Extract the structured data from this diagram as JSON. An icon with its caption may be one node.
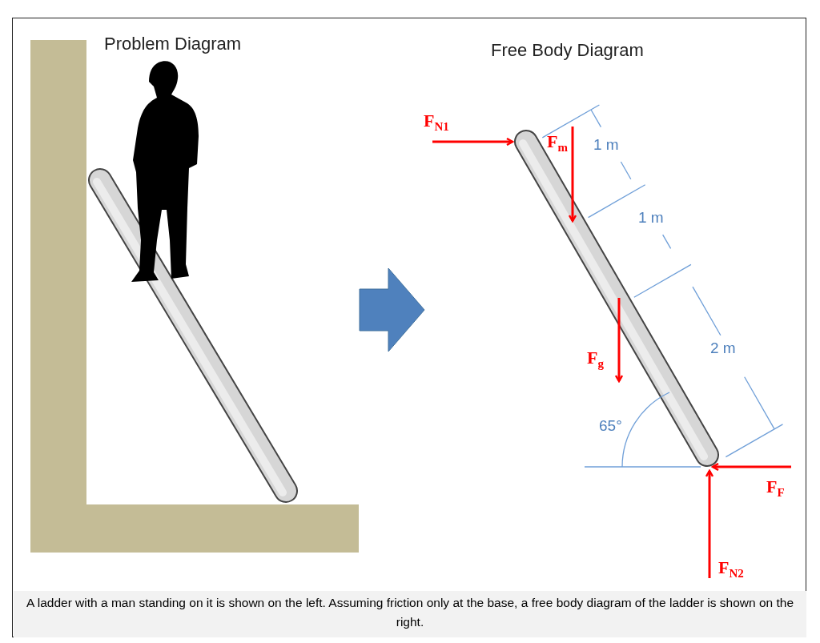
{
  "diagram": {
    "caption": "A ladder with a man standing on it is shown on the left. Assuming friction only at the base, a free body diagram of the ladder is shown on the right.",
    "nodes": [
      {
        "text": [
          "Problem Diagram"
        ]
      },
      {
        "text": [
          "Free Body Diagram"
        ]
      }
    ],
    "edges": [
      {
        "from": 0,
        "to": 1,
        "arrow": "to"
      }
    ],
    "labels": [
      "F$_{N1}$",
      "F$_{m}$",
      "1 m",
      "1 m",
      "2 m",
      "F$_{g}$",
      "65°",
      "F$_{F}$",
      "F$_{N2}$"
    ]
  }
}
